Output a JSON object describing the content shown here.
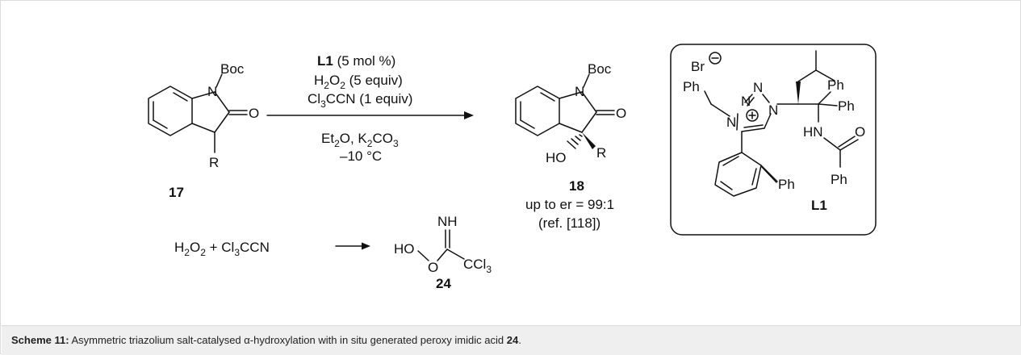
{
  "scheme": {
    "substrate_label": "17",
    "product_label": "18",
    "catalyst_label": "L1",
    "peracid_label": "24",
    "conditions": {
      "catalyst_id": "L1",
      "catalyst_loading": "(5 mol %)",
      "oxidant_pre": "H",
      "oxidant_sub": "2",
      "oxidant_mid": "O",
      "oxidant_sub2": "2",
      "oxidant_amount": "(5 equiv)",
      "nitrile_pre": "Cl",
      "nitrile_sub": "3",
      "nitrile_rest": "CCN (1 equiv)",
      "solvent_pre": "Et",
      "solvent_sub": "2",
      "solvent_rest": "O, K",
      "base_sub": "2",
      "base_rest": "CO",
      "base_sub2": "3",
      "temperature": "–10 °C"
    },
    "selectivity": "up to er = 99:1",
    "reference": "(ref. [118])",
    "atoms": {
      "boc": "Boc",
      "n": "N",
      "o": "O",
      "r": "R",
      "ho": "HO",
      "ph": "Ph",
      "hn": "HN",
      "br": "Br",
      "nh": "NH",
      "cl3": "CCl",
      "cl3_sub": "3"
    },
    "side_reaction": {
      "h2o2_pre": "H",
      "h2o2_sub": "2",
      "h2o2_mid": "O",
      "h2o2_sub2": "2",
      "plus": " + Cl",
      "cl3_sub": "3",
      "ccn": "CCN"
    }
  },
  "caption": {
    "label": "Scheme 11:",
    "text": " Asymmetric triazolium salt-catalysed α-hydroxylation with in situ generated peroxy imidic acid ",
    "compound": "24",
    "end": "."
  }
}
